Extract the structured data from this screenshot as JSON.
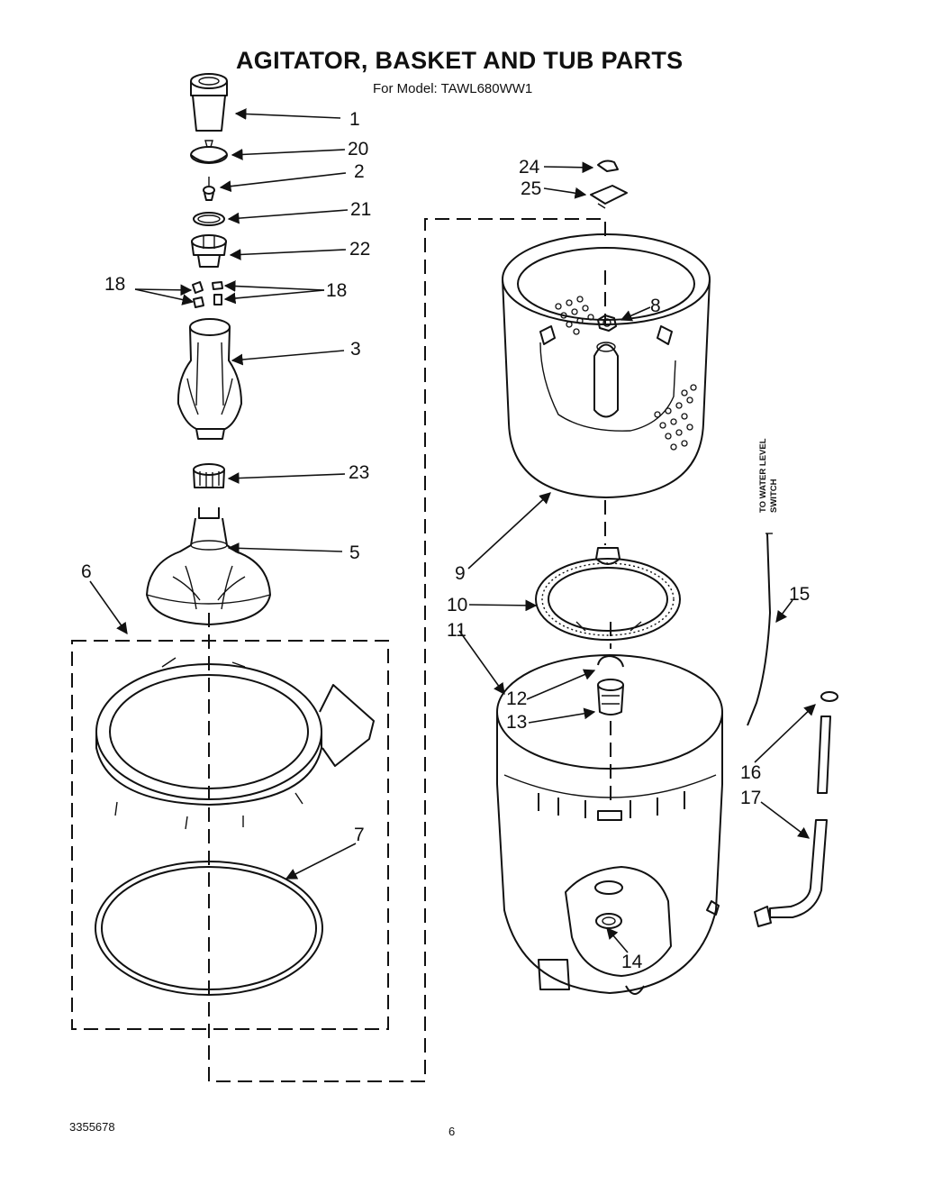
{
  "header": {
    "title": "AGITATOR, BASKET AND TUB PARTS",
    "subtitle": "For Model: TAWL680WW1"
  },
  "footer": {
    "doc_number": "3355678",
    "page_number": "6"
  },
  "notes": {
    "water_level_line1": "TO WATER LEVEL",
    "water_level_line2": "SWITCH"
  },
  "callouts": {
    "c1": "1",
    "c2": "2",
    "c3": "3",
    "c5": "5",
    "c6": "6",
    "c7": "7",
    "c8": "8",
    "c9": "9",
    "c10": "10",
    "c11": "11",
    "c12": "12",
    "c13": "13",
    "c14": "14",
    "c15": "15",
    "c16": "16",
    "c17": "17",
    "c18a": "18",
    "c18b": "18",
    "c20": "20",
    "c21": "21",
    "c22": "22",
    "c23": "23",
    "c24": "24",
    "c25": "25"
  }
}
